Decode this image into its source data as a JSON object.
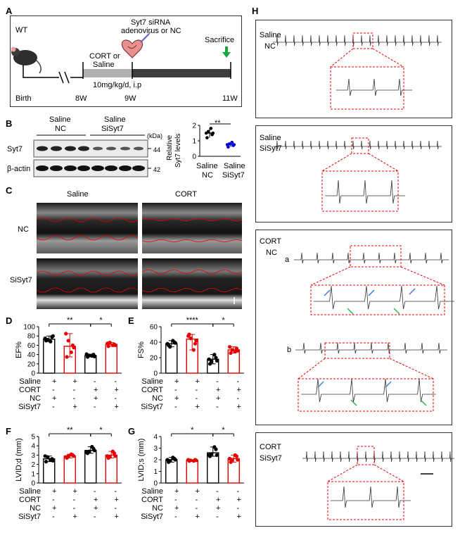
{
  "panels": {
    "A": "A",
    "B": "B",
    "C": "C",
    "D": "D",
    "E": "E",
    "F": "F",
    "G": "G",
    "H": "H"
  },
  "panelA": {
    "wt": "WT",
    "siRNA_line1": "Syt7 siRNA",
    "siRNA_line2": "adenovirus or NC",
    "cort_line1": "CORT or",
    "cort_line2": "Saline",
    "sacrifice": "Sacrifice",
    "dose": "10mg/kg/d, i.p",
    "timeline": [
      "Birth",
      "8W",
      "9W",
      "11W"
    ]
  },
  "panelB": {
    "groups": [
      {
        "l1": "Saline",
        "l2": "NC"
      },
      {
        "l1": "Saline",
        "l2": "SiSyt7"
      }
    ],
    "kda": "(kDa)",
    "rows": [
      {
        "label": "Syt7",
        "size": "44"
      },
      {
        "label": "β-actin",
        "size": "42"
      }
    ],
    "ylabel_line1": "Relative",
    "ylabel_line2": "Syt7 levels",
    "yticks": [
      "0",
      "1",
      "2"
    ],
    "sig": "**",
    "xcats": [
      {
        "l1": "Saline",
        "l2": "NC"
      },
      {
        "l1": "Saline",
        "l2": "SiSyt7"
      }
    ]
  },
  "panelC": {
    "cols": [
      "Saline",
      "CORT"
    ],
    "rows": [
      "NC",
      "SiSyt7"
    ]
  },
  "group_table": {
    "labels": [
      "Saline",
      "CORT",
      "NC",
      "SiSyt7"
    ],
    "values": [
      [
        "+",
        "+",
        "-",
        "-"
      ],
      [
        "-",
        "-",
        "+",
        "+"
      ],
      [
        "+",
        "-",
        "+",
        "-"
      ],
      [
        "-",
        "+",
        "-",
        "+"
      ]
    ]
  },
  "chart_data": [
    {
      "panel": "D",
      "type": "bar",
      "ylabel": "EF%",
      "ylim": [
        0,
        100
      ],
      "yticks": [
        "0",
        "20",
        "40",
        "60",
        "80",
        "100"
      ],
      "categories": [
        "Saline NC",
        "Saline SiSyt7",
        "CORT NC",
        "CORT SiSyt7"
      ],
      "values": [
        73,
        58,
        38,
        62
      ],
      "colors": [
        "#000000",
        "#e60000",
        "#000000",
        "#e60000"
      ],
      "points": [
        [
          70,
          78,
          72,
          68,
          75,
          80
        ],
        [
          35,
          60,
          70,
          45,
          85,
          55
        ],
        [
          35,
          40,
          38,
          37,
          41,
          36
        ],
        [
          58,
          62,
          66,
          60,
          64,
          60
        ]
      ],
      "sig": [
        {
          "from": 0,
          "to": 2,
          "text": "**"
        },
        {
          "from": 2,
          "to": 3,
          "text": "*"
        }
      ]
    },
    {
      "panel": "E",
      "type": "bar",
      "ylabel": "FS%",
      "ylim": [
        0,
        60
      ],
      "yticks": [
        "0",
        "20",
        "40",
        "60"
      ],
      "categories": [
        "Saline NC",
        "Saline SiSyt7",
        "CORT NC",
        "CORT SiSyt7"
      ],
      "values": [
        38,
        44,
        18,
        30
      ],
      "colors": [
        "#000000",
        "#e60000",
        "#000000",
        "#e60000"
      ],
      "points": [
        [
          36,
          40,
          34,
          42,
          38,
          39
        ],
        [
          50,
          38,
          45,
          30,
          48,
          42
        ],
        [
          12,
          20,
          15,
          24,
          18,
          16
        ],
        [
          26,
          32,
          30,
          28,
          34,
          29
        ]
      ],
      "sig": [
        {
          "from": 0,
          "to": 2,
          "text": "****"
        },
        {
          "from": 2,
          "to": 3,
          "text": "*"
        }
      ]
    },
    {
      "panel": "F",
      "type": "bar",
      "ylabel": "LVID;d (mm)",
      "ylim": [
        0,
        5
      ],
      "yticks": [
        "0",
        "1",
        "2",
        "3",
        "4",
        "5"
      ],
      "categories": [
        "Saline NC",
        "Saline SiSyt7",
        "CORT NC",
        "CORT SiSyt7"
      ],
      "values": [
        2.6,
        2.9,
        3.5,
        3.0
      ],
      "colors": [
        "#000000",
        "#e60000",
        "#000000",
        "#e60000"
      ],
      "points": [
        [
          2.3,
          2.6,
          2.8,
          2.5,
          2.9,
          2.4
        ],
        [
          2.7,
          3.0,
          2.9,
          3.1,
          2.8,
          2.9
        ],
        [
          3.2,
          3.7,
          3.4,
          3.9,
          3.3,
          3.5
        ],
        [
          2.7,
          3.2,
          2.8,
          3.4,
          2.9,
          2.9
        ]
      ],
      "sig": [
        {
          "from": 0,
          "to": 2,
          "text": "**"
        },
        {
          "from": 2,
          "to": 3,
          "text": "*"
        }
      ]
    },
    {
      "panel": "G",
      "type": "bar",
      "ylabel": "LVID;s (mm)",
      "ylim": [
        0,
        4
      ],
      "yticks": [
        "0",
        "1",
        "2",
        "3",
        "4"
      ],
      "categories": [
        "Saline NC",
        "Saline SiSyt7",
        "CORT NC",
        "CORT SiSyt7"
      ],
      "values": [
        2.0,
        1.95,
        2.6,
        2.1
      ],
      "colors": [
        "#000000",
        "#e60000",
        "#000000",
        "#e60000"
      ],
      "points": [
        [
          1.8,
          2.1,
          1.9,
          2.2,
          2.0,
          2.0
        ],
        [
          1.9,
          2.0,
          1.95,
          1.9,
          2.0,
          1.95
        ],
        [
          2.3,
          2.9,
          2.5,
          3.1,
          2.4,
          2.4
        ],
        [
          1.8,
          2.3,
          2.0,
          2.4,
          2.1,
          2.0
        ]
      ],
      "sig": [
        {
          "from": 0,
          "to": 2,
          "text": "*"
        },
        {
          "from": 2,
          "to": 3,
          "text": "*"
        }
      ]
    },
    {
      "panel": "B",
      "type": "scatter",
      "ylim": [
        0,
        2
      ],
      "categories": [
        "Saline NC",
        "Saline SiSyt7"
      ],
      "values": [
        1.5,
        0.75
      ],
      "colors": [
        "#000000",
        "#0000cc"
      ],
      "points": [
        [
          1.2,
          1.4,
          1.6,
          1.8,
          1.5,
          1.5
        ],
        [
          0.6,
          0.7,
          0.8,
          0.9,
          0.75,
          0.75
        ]
      ]
    }
  ],
  "panelH": {
    "sections": [
      {
        "l1": "Saline",
        "l2": "NC"
      },
      {
        "l1": "Saline",
        "l2": "SiSyt7"
      },
      {
        "l1": "CORT",
        "l2": "NC",
        "a": "a",
        "b": "b"
      },
      {
        "l1": "CORT",
        "l2": "SiSyt7"
      }
    ]
  }
}
